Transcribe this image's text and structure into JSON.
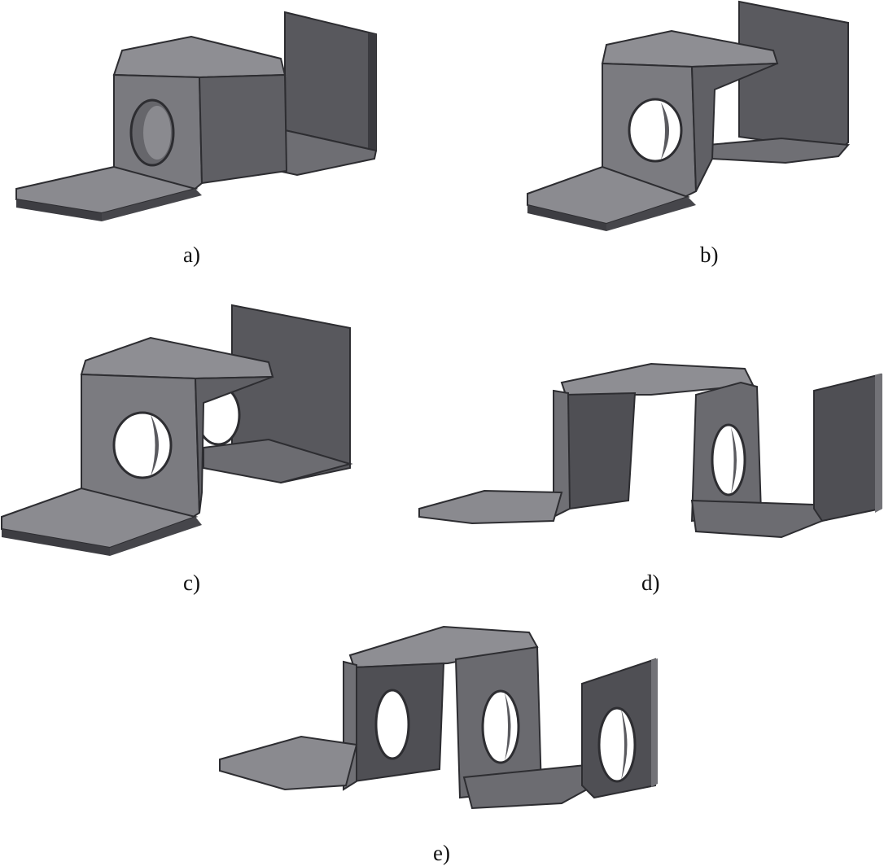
{
  "figure": {
    "panels": [
      {
        "id": "a",
        "caption": "a)",
        "hole_count": 1
      },
      {
        "id": "b",
        "caption": "b)",
        "hole_count": 1
      },
      {
        "id": "c",
        "caption": "c)",
        "hole_count": 2
      },
      {
        "id": "d",
        "caption": "d)",
        "hole_count": 1
      },
      {
        "id": "e",
        "caption": "e)",
        "hole_count": 3
      }
    ]
  },
  "colors": {
    "face_light": "#8d8d92",
    "face_mid": "#76767b",
    "face_dark": "#4e4e53",
    "edge": "#2d2d31",
    "hole": "#ffffff"
  }
}
